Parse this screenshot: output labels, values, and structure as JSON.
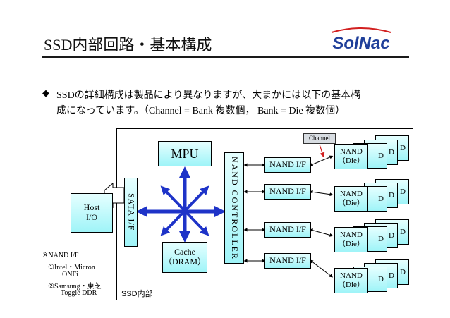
{
  "header": {
    "title": "SSD内部回路・基本構成"
  },
  "logo": {
    "text": "SolNac",
    "accent_colors": [
      "#1f3f9a",
      "#d22020"
    ]
  },
  "bullet": {
    "marker": "◆",
    "line1": "SSDの詳細構成は製品により異なりますが、大まかには以下の基本構",
    "line2": "成になっています。（Channel = Bank 複数個， Bank = Die 複数個）"
  },
  "diagram": {
    "mpu": "MPU",
    "cache": {
      "line1": "Cache",
      "line2": "（DRAM）"
    },
    "sata": "SATA I/F",
    "nand_controller": "NAND CONTROLLER",
    "host": {
      "line1": "Host",
      "line2": "I/O"
    },
    "channel_label": "Channel",
    "nand_if": [
      "NAND I/F",
      "NAND I/F",
      "NAND I/F",
      "NAND I/F"
    ],
    "nand_chip": {
      "line1": "NAND",
      "line2": "（Die）",
      "back_label": "D"
    },
    "ssd_label": "SSD内部",
    "block_colors": {
      "fill_top": "#e6ffff",
      "fill_bottom": "#9ff4f8",
      "arrow": "#1e33c8"
    }
  },
  "notes": {
    "title": "※NAND I/F",
    "item1": "①Intel・Micron",
    "item1_sub": "ONFi",
    "item2": "②Samsung・東芝",
    "item2_sub": "Toggle DDR"
  }
}
